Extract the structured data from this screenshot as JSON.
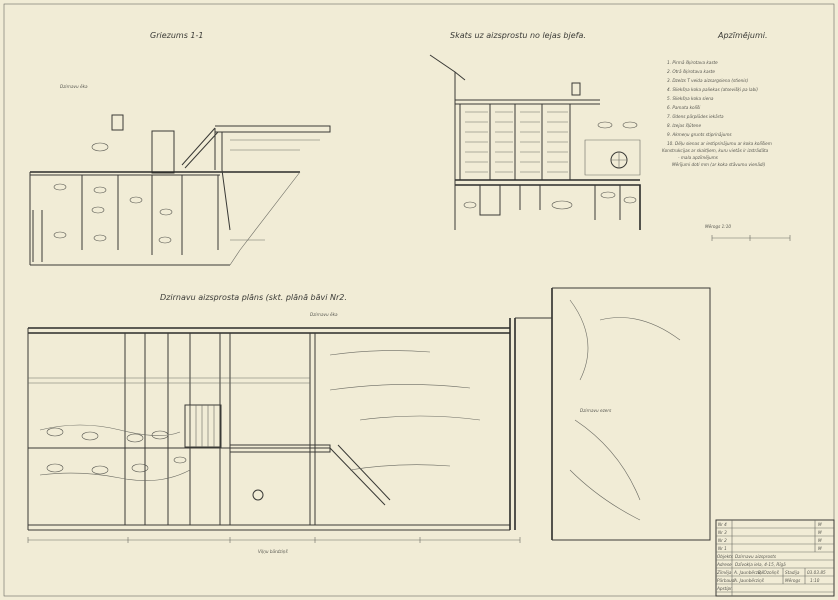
{
  "section": {
    "title": "Griezums 1-1",
    "label": "Dzirnavu ēka"
  },
  "view": {
    "title": "Skats uz aizsprostu no lejas bjefa.",
    "scale_label": "Mērogs 1:10"
  },
  "legend": {
    "title": "Apzīmējumi.",
    "items": [
      "1. Pirmā šķirotava kaste",
      "2. Otrā šķirotava kaste",
      "3. Dzelzs T veida aizsargsiena (stienis)",
      "4. Sliekšņa koka paliekas (atsevišķi pa labi)",
      "5. Sliekšņa koka siena",
      "6. Pamata kolīši",
      "7. Ūdens pārplūdes iekārta",
      "8. Izejas šļūtene",
      "9. Akmeņu grunts stiprinājums",
      "10. Dēļu sienas ar iestiprinājumu ar koka kolīšiem",
      "Konstrukcijas ar skaitļiem, kuru vietās ir izstrādāta",
      "- mala apzīmējums",
      "Mērījumi doti mm (ar koka stāvumu vienādi)"
    ]
  },
  "plan": {
    "title": "Dzirnavu aizsprosta plāns (skt. plānā bāvi Nr2.",
    "building_label": "Dzirnavu ēka",
    "pond_label": "Dzirnavu ezers",
    "bottom_label": "Viļņu bārdziņš"
  },
  "title_block": {
    "revisions": [
      {
        "no": "Nr 4",
        "val": "M"
      },
      {
        "no": "Nr 3",
        "val": "M"
      },
      {
        "no": "Nr 2",
        "val": "M"
      },
      {
        "no": "Nr 1",
        "val": "M"
      }
    ],
    "object_label": "Objekts",
    "object_value": "Dzirnavu aizsprosts",
    "address_label": "Adrese",
    "address_value": "Dzīvokļa iela, 4-15, Rīgā",
    "drawn_label": "Zīmēja",
    "drawn_value": "A. Jaunbērziņš",
    "checked_value": "B. Ozoliņš",
    "checked_label": "Pārbaud.",
    "checker_value": "A. Jaunbērziņš",
    "approved_label": "Apstipr.",
    "stage_label": "Stadija",
    "date_value": "03.03.85",
    "scale_label": "Mērogs",
    "scale_value": "1:10"
  }
}
